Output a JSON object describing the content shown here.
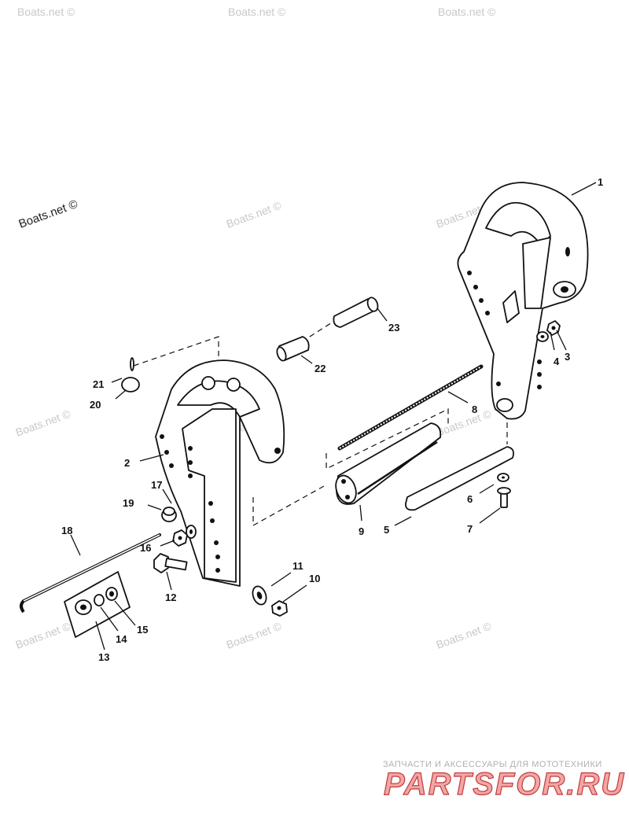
{
  "watermarks": {
    "main": "Boats.net ©",
    "faint": "Boats.net ©"
  },
  "brand": {
    "tagline": "ЗАПЧАСТИ И АКСЕССУАРЫ ДЛЯ МОТОТЕХНИКИ",
    "logo": "PARTSFOR.RU"
  },
  "callouts": [
    "1",
    "2",
    "3",
    "4",
    "5",
    "6",
    "7",
    "8",
    "9",
    "10",
    "11",
    "12",
    "13",
    "14",
    "15",
    "16",
    "17",
    "18",
    "19",
    "20",
    "21",
    "22",
    "23"
  ]
}
